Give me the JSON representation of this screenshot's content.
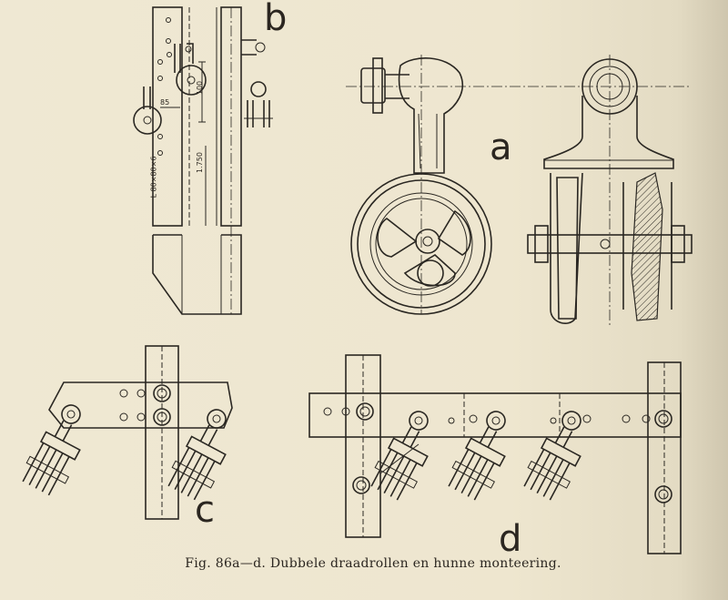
{
  "figure": {
    "caption": "Fig. 86a—d. Dubbele draadrollen en hunne monteering.",
    "labels": {
      "a": "a",
      "b": "b",
      "c": "c",
      "d": "d"
    },
    "dimensions": {
      "width_mark": "85",
      "spacing_mark": "100",
      "height_mark": "1.750",
      "profile": "L 80×80×6"
    }
  },
  "colors": {
    "paper": "#efe8d3",
    "ink": "#2a2722"
  }
}
